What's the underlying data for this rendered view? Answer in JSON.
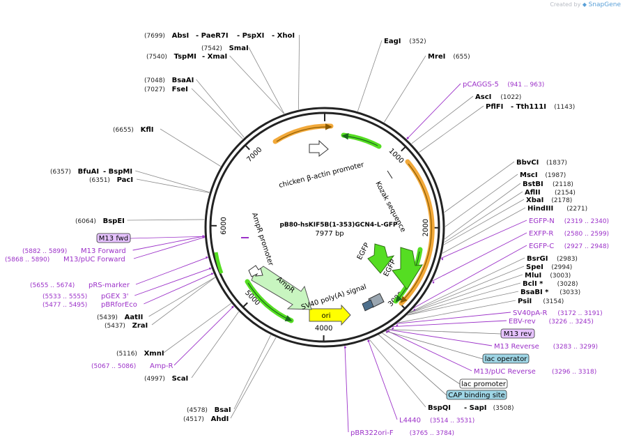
{
  "credit": {
    "prefix": "Created by",
    "brand": "SnapGene"
  },
  "plasmid": {
    "name": "pB80-hsKIF5B(1-353)GCN4-L-GFP",
    "size_label": "7977 bp",
    "length": 7977
  },
  "colors": {
    "primer": "#9b30c8",
    "enzyme": "#000000",
    "orange_feature": "#f2a93a",
    "green_feature": "#55dd22",
    "amp": "#c8f5c0",
    "ori": "#ffff00",
    "m13_box": "#e6c3ff",
    "lac_box": "#9fd6e6"
  },
  "ruler_ticks": [
    {
      "bp": 1000,
      "label": "1000"
    },
    {
      "bp": 2000,
      "label": "2000"
    },
    {
      "bp": 3000,
      "label": "3000"
    },
    {
      "bp": 4000,
      "label": "4000"
    },
    {
      "bp": 5000,
      "label": "5000"
    },
    {
      "bp": 6000,
      "label": "6000"
    },
    {
      "bp": 7000,
      "label": "7000"
    }
  ],
  "enzymes": [
    {
      "pos": "(7699)",
      "name": "AbsI",
      "extra": [
        "PaeR7I",
        "PspXI",
        "XhoI"
      ]
    },
    {
      "pos": "(7542)",
      "name": "SmaI"
    },
    {
      "pos": "(7540)",
      "name": "TspMI",
      "extra": [
        "XmaI"
      ]
    },
    {
      "pos": "(7048)",
      "name": "BsaAI"
    },
    {
      "pos": "(7027)",
      "name": "FseI"
    },
    {
      "pos": "(6655)",
      "name": "KflI"
    },
    {
      "pos": "(6357)",
      "name": "BfuAI",
      "extra": [
        "BspMI"
      ]
    },
    {
      "pos": "(6351)",
      "name": "PacI"
    },
    {
      "pos": "(6064)",
      "name": "BspEI"
    },
    {
      "pos": "(5439)",
      "name": "AatII"
    },
    {
      "pos": "(5437)",
      "name": "ZraI"
    },
    {
      "pos": "(5116)",
      "name": "XmnI"
    },
    {
      "pos": "(4997)",
      "name": "ScaI"
    },
    {
      "pos": "(4578)",
      "name": "BsaI"
    },
    {
      "pos": "(4517)",
      "name": "AhdI"
    },
    {
      "pos": "(352)",
      "name": "EagI"
    },
    {
      "pos": "(655)",
      "name": "MreI"
    },
    {
      "pos": "(1022)",
      "name": "AscI"
    },
    {
      "pos": "(1143)",
      "name": "PflFI",
      "extra": [
        "Tth111I"
      ]
    },
    {
      "pos": "(1837)",
      "name": "BbvCI"
    },
    {
      "pos": "(1987)",
      "name": "MscI"
    },
    {
      "pos": "(2118)",
      "name": "BstBI"
    },
    {
      "pos": "(2154)",
      "name": "AflII"
    },
    {
      "pos": "(2178)",
      "name": "XbaI"
    },
    {
      "pos": "(2271)",
      "name": "HindIII"
    },
    {
      "pos": "(2983)",
      "name": "BsrGI"
    },
    {
      "pos": "(2994)",
      "name": "SpeI"
    },
    {
      "pos": "(3003)",
      "name": "MluI"
    },
    {
      "pos": "(3028)",
      "name": "BclI *"
    },
    {
      "pos": "(3033)",
      "name": "BsaBI *"
    },
    {
      "pos": "(3154)",
      "name": "PsiI"
    },
    {
      "pos": "(3508)",
      "name": "BspQI",
      "extra": [
        "SapI"
      ]
    }
  ],
  "primers": [
    {
      "name": "pCAGGS-5",
      "range": "(941 .. 963)"
    },
    {
      "name": "EGFP-N",
      "range": "(2319 .. 2340)"
    },
    {
      "name": "EXFP-R",
      "range": "(2580 .. 2599)"
    },
    {
      "name": "EGFP-C",
      "range": "(2927 .. 2948)"
    },
    {
      "name": "SV40pA-R",
      "range": "(3172 .. 3191)"
    },
    {
      "name": "EBV-rev",
      "range": "(3226 .. 3245)"
    },
    {
      "name": "M13 Reverse",
      "range": "(3283 .. 3299)"
    },
    {
      "name": "M13/pUC Reverse",
      "range": "(3296 .. 3318)"
    },
    {
      "name": "L4440",
      "range": "(3514 .. 3531)"
    },
    {
      "name": "pBR322ori-F",
      "range": "(3765 .. 3784)"
    },
    {
      "name": "Amp-R",
      "range": "(5067 .. 5086)"
    },
    {
      "name": "pBRforEco",
      "range": "(5477 .. 5495)"
    },
    {
      "name": "pGEX 3'",
      "range": "(5533 .. 5555)"
    },
    {
      "name": "pRS-marker",
      "range": "(5655 .. 5674)"
    },
    {
      "name": "M13/pUC Forward",
      "range": "(5868 .. 5890)"
    },
    {
      "name": "M13 Forward",
      "range": "(5882 .. 5899)"
    }
  ],
  "boxed_features": [
    {
      "name": "M13 fwd"
    },
    {
      "name": "M13 rev"
    },
    {
      "name": "lac operator"
    },
    {
      "name": "lac promoter"
    },
    {
      "name": "CAP binding site"
    }
  ],
  "features": [
    {
      "name": "chicken β-actin promoter"
    },
    {
      "name": "Kozak sequence"
    },
    {
      "name": "EGFP"
    },
    {
      "name": "EGFP"
    },
    {
      "name": "SV40 poly(A) signal"
    },
    {
      "name": "ori"
    },
    {
      "name": "AmpR"
    },
    {
      "name": "AmpR promoter"
    }
  ]
}
